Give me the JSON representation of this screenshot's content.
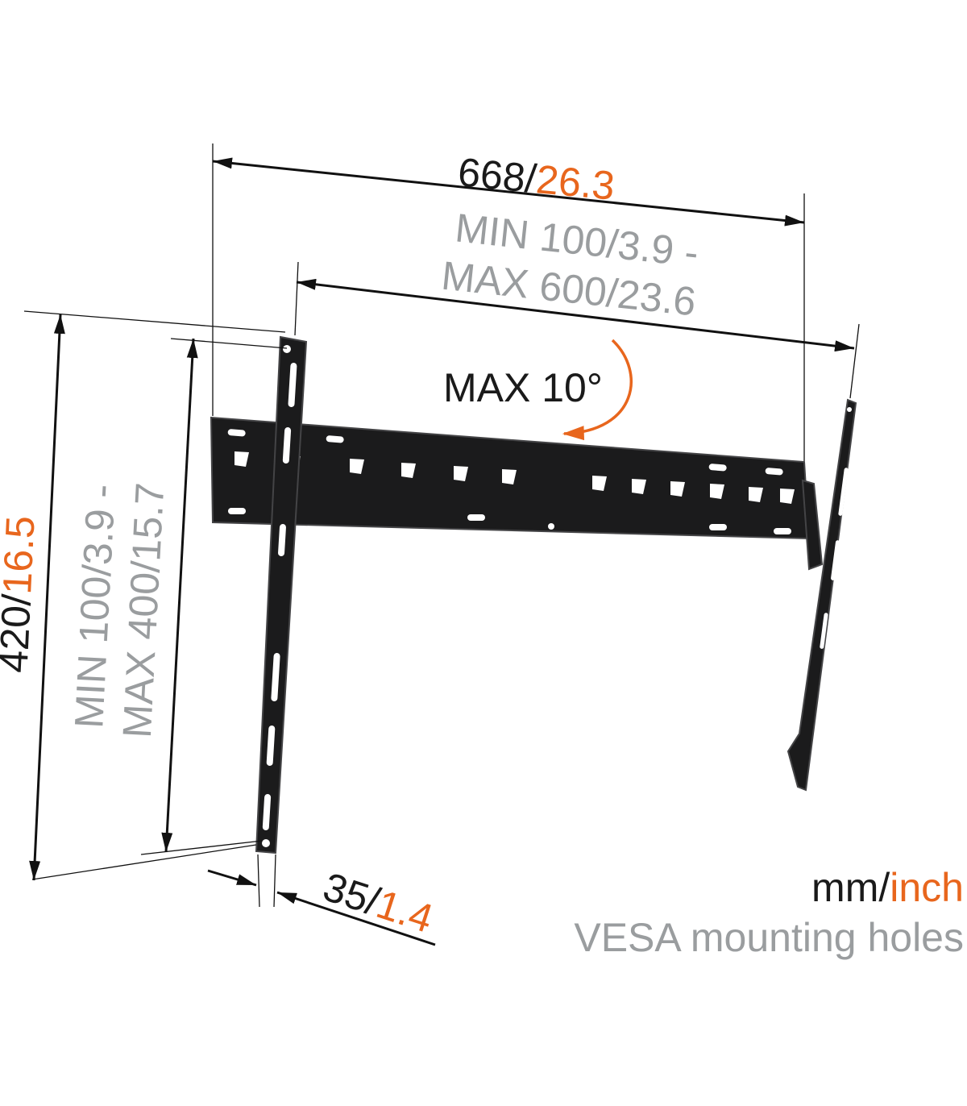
{
  "dimensions": {
    "width": {
      "mm": "668",
      "sep": "/",
      "inch": "26.3"
    },
    "vesa_horizontal": {
      "line1_mm": "MIN 100",
      "line1_inch": "3.9 -",
      "line2_mm": "MAX 600",
      "line2_inch": "23.6",
      "sep": "/"
    },
    "height": {
      "mm": "420",
      "sep": "/",
      "inch": "16.5"
    },
    "vesa_vertical": {
      "line1_mm": "MIN 100",
      "line1_inch": "3.9 -",
      "line2_mm": "MAX 400",
      "line2_inch": "15.7",
      "sep": "/"
    },
    "depth": {
      "mm": "35",
      "sep": "/",
      "inch": "1.4"
    },
    "tilt": {
      "label": "MAX 10°"
    }
  },
  "legend": {
    "unit_mm": "mm",
    "unit_sep": "/",
    "unit_inch": "inch",
    "caption": "VESA mounting holes"
  },
  "colors": {
    "dark_text": "#1a1a1a",
    "grey_text": "#9a9d9f",
    "accent_orange": "#e8661d",
    "bracket_black": "#1b1b1c"
  }
}
